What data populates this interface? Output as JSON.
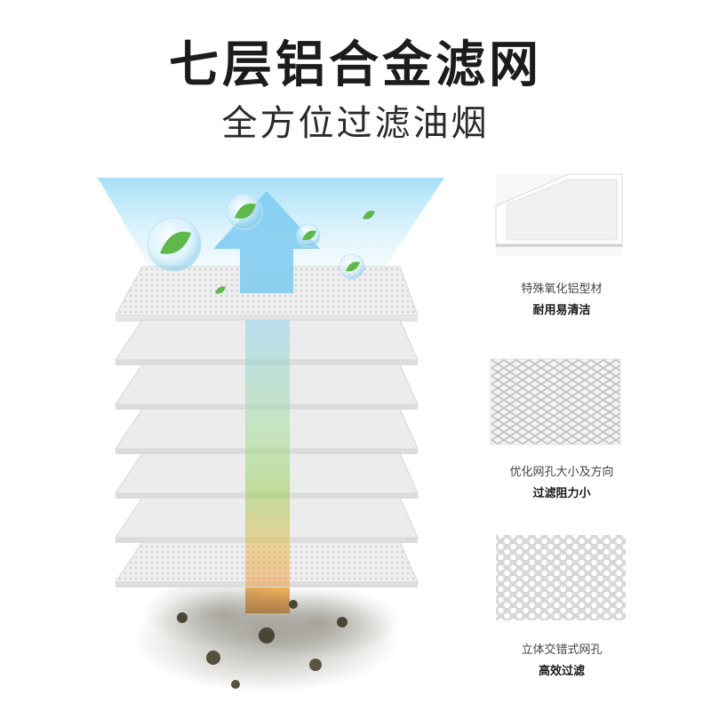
{
  "header": {
    "title": "七层铝合金滤网",
    "subtitle": "全方位过滤油烟"
  },
  "features": [
    {
      "line1": "特殊氧化铝型材",
      "line2": "耐用易清洁",
      "icon": "aluminum-frame-icon"
    },
    {
      "line1": "优化网孔大小及方向",
      "line2": "过滤阻力小",
      "icon": "diamond-mesh-icon"
    },
    {
      "line1": "立体交错式网孔",
      "line2": "高效过滤",
      "icon": "hex-hole-mesh-icon"
    }
  ],
  "filter_layers": 7,
  "colors": {
    "airflow_top": "#7fd0f2",
    "airflow_mid": "#8fd17a",
    "airflow_bottom": "#f2a24a",
    "leaf": "#5fb84a",
    "smoke": "#5a5a4a"
  }
}
